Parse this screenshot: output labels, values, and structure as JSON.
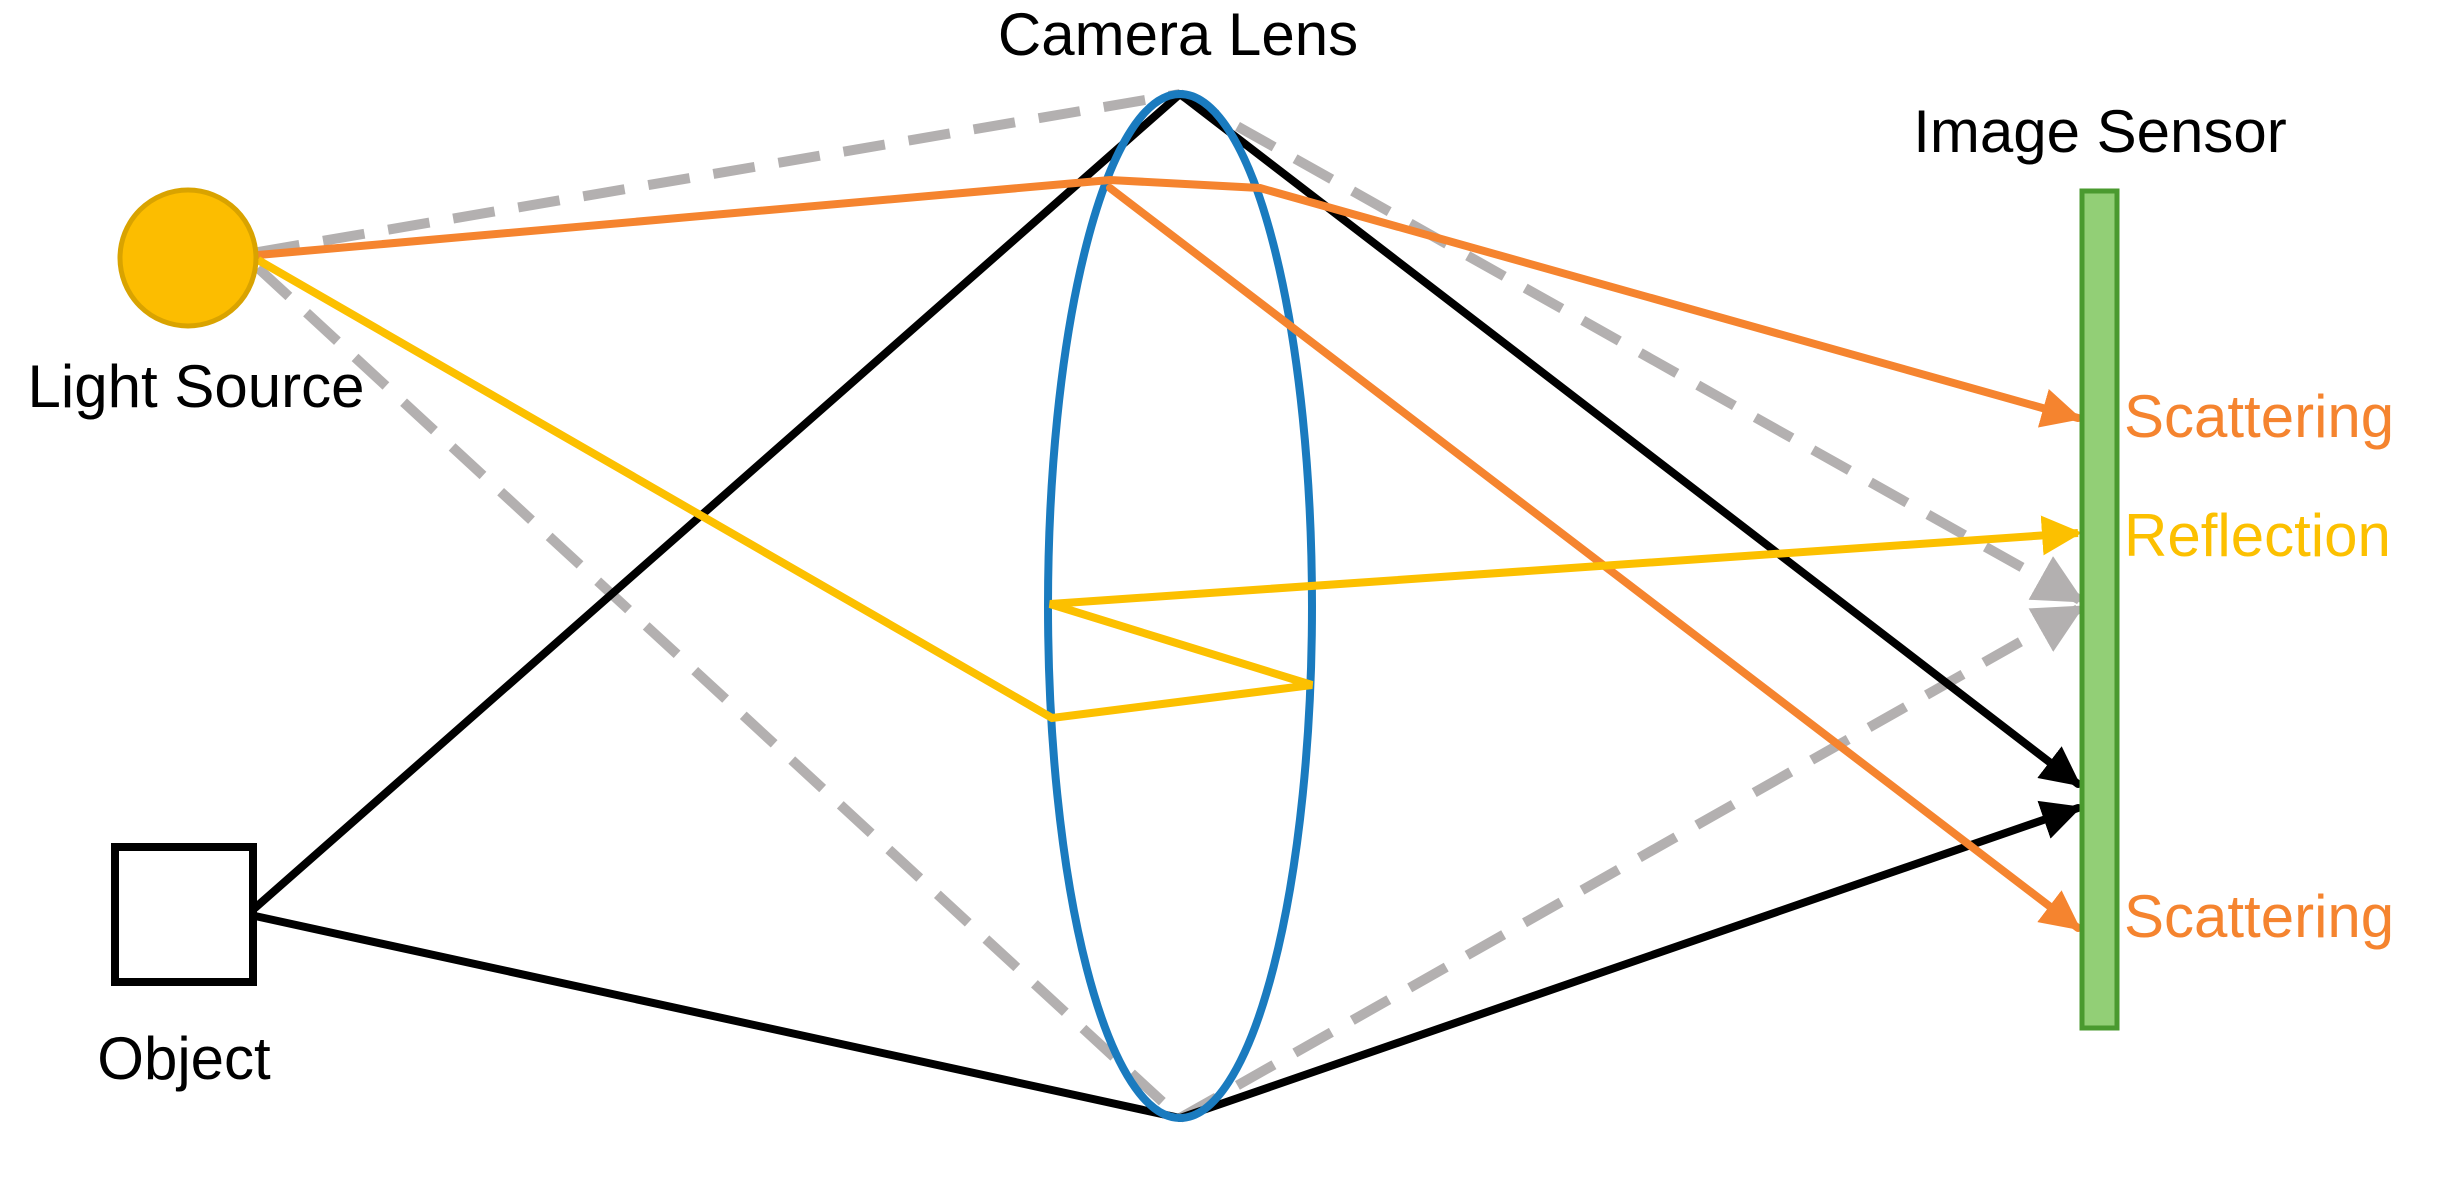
{
  "labels": {
    "camera_lens": "Camera Lens",
    "image_sensor": "Image Sensor",
    "light_source": "Light Source",
    "object": "Object",
    "scattering_top": "Scattering",
    "reflection": "Reflection",
    "scattering_bottom": "Scattering"
  },
  "colors": {
    "black_ray": "#000000",
    "gray_ray": "#b3b0b0",
    "orange_ray": "#f5842f",
    "yellow_ray": "#fcc000",
    "lens": "#1a7bbf",
    "sensor_fill": "#92cf76",
    "sensor_border": "#4a9a2f",
    "light_source_fill": "#fcbd00",
    "light_source_border": "#d9a300",
    "label_text": "#000000"
  },
  "icons": {
    "light_source": "sun-circle-icon",
    "object": "square-object-icon"
  }
}
